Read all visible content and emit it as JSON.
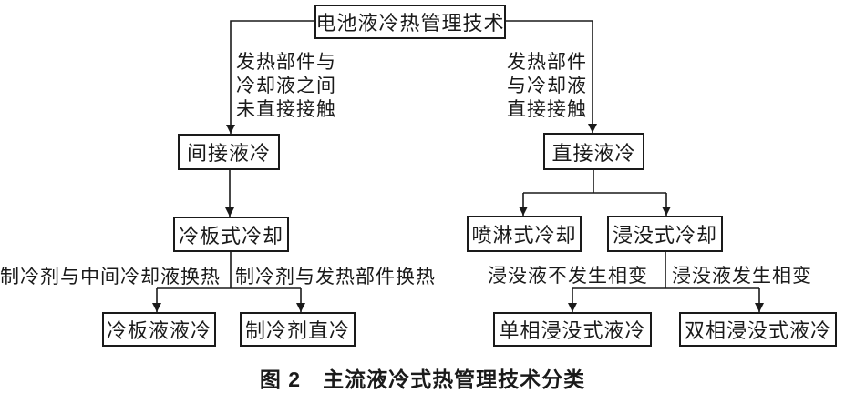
{
  "diagram": {
    "nodes": {
      "root": "电池液冷热管理技术",
      "indirect": "间接液冷",
      "direct": "直接液冷",
      "cold_plate": "冷板式冷却",
      "spray": "喷淋式冷却",
      "immersion": "浸没式冷却",
      "cold_plate_liquid": "冷板液液冷",
      "refrigerant_direct": "制冷剂直冷",
      "single_phase": "单相浸没式液冷",
      "two_phase": "双相浸没式液冷"
    },
    "edge_labels": {
      "indirect_branch": {
        "line1": "发热部件与",
        "line2": "冷却液之间",
        "line3": "未直接接触"
      },
      "direct_branch": {
        "line1": "发热部件",
        "line2": "与冷却液",
        "line3": "直接接触"
      },
      "cold_plate_left": "制冷剂与中间冷却液换热",
      "cold_plate_right": "制冷剂与发热部件换热",
      "immersion_left": "浸没液不发生相变",
      "immersion_right": "浸没液发生相变"
    },
    "caption": "图 2　主流液冷式热管理技术分类",
    "colors": {
      "line": "#1a1a1a",
      "text": "#1a1a1a",
      "background": "#ffffff"
    }
  }
}
